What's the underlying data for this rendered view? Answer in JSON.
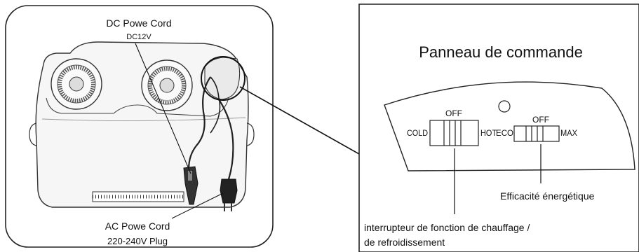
{
  "left_panel": {
    "dc_cord_label": "DC Powe Cord",
    "dc_voltage_label": "DC12V",
    "ac_cord_label": "AC Powe Cord",
    "ac_plug_label": "220-240V Plug"
  },
  "right_panel": {
    "title": "Panneau de commande",
    "switch1": {
      "left": "COLD",
      "top": "OFF",
      "right": "HOT"
    },
    "switch2": {
      "left": "ECO",
      "top": "OFF",
      "right": "MAX"
    },
    "efficiency_label": "Efficacité énergétique",
    "mode_switch_label_line1": "interrupteur de fonction de chauffage /",
    "mode_switch_label_line2": "de refroidissement"
  }
}
